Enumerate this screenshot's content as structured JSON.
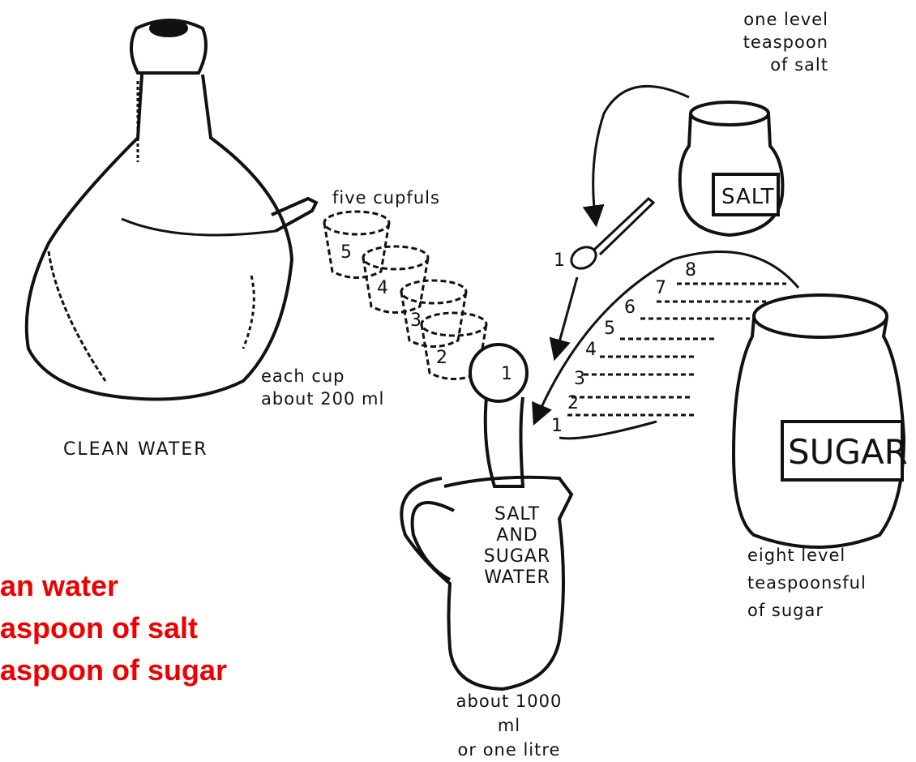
{
  "labels": {
    "salt_amount": [
      "one level",
      "teaspoon",
      "of salt"
    ],
    "five_cupfuls": "five cupfuls",
    "each_cup": [
      "each cup",
      "about 200 ml"
    ],
    "clean_water": "CLEAN WATER",
    "jug_text": [
      "SALT",
      "AND",
      "SUGAR",
      "WATER"
    ],
    "jug_volume": [
      "about 1000 ml",
      "or one litre"
    ],
    "salt_jar": "SALT",
    "sugar_jar": "SUGAR",
    "sugar_amount": [
      "eight level",
      "teaspoonsful",
      "of sugar"
    ]
  },
  "step_numbers": {
    "cups": [
      "5",
      "4",
      "3",
      "2",
      "1"
    ],
    "spoons": [
      "8",
      "7",
      "6",
      "5",
      "4",
      "3",
      "2",
      "1"
    ],
    "salt_spoon": "1"
  },
  "summary": [
    "an water",
    "aspoon of salt",
    "aspoon of sugar"
  ],
  "colors": {
    "ink": "#111111",
    "accent": "#ee0000"
  }
}
